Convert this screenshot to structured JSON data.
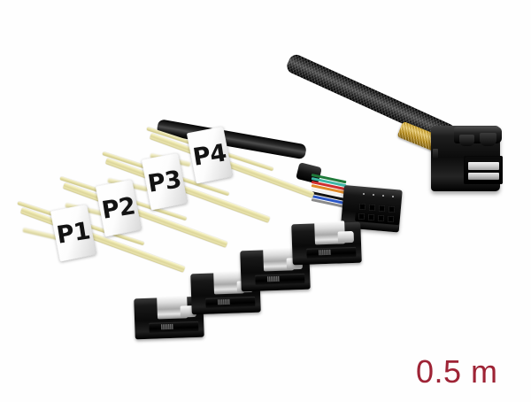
{
  "image": {
    "subject": "Mini SAS HD SFF-8643 to 4 x SATA 7 pin reverse breakout cable with sideband",
    "background_color": "#fefefe"
  },
  "caption": {
    "length_label": "0.5 m",
    "color": "#9e2335"
  },
  "port_labels": [
    {
      "id": "p1",
      "text": "P1"
    },
    {
      "id": "p2",
      "text": "P2"
    },
    {
      "id": "p3",
      "text": "P3"
    },
    {
      "id": "p4",
      "text": "P4"
    }
  ],
  "connectors": {
    "sas": {
      "name": "SFF-8643 Mini SAS HD connector",
      "housing_color": "#0c0c0c",
      "braid_color": "#d9ab2a"
    },
    "sideband": {
      "name": "8 pin sideband header",
      "rows": 2,
      "columns": 4,
      "housing_color": "#090909"
    },
    "sata": [
      {
        "name": "SATA 7 pin connector P1",
        "housing_color": "#0a0a0a",
        "latch_color": "#cfcfcf"
      },
      {
        "name": "SATA 7 pin connector P2",
        "housing_color": "#0a0a0a",
        "latch_color": "#cfcfcf"
      },
      {
        "name": "SATA 7 pin connector P3",
        "housing_color": "#0a0a0a",
        "latch_color": "#cfcfcf"
      },
      {
        "name": "SATA 7 pin connector P4",
        "housing_color": "#0a0a0a",
        "latch_color": "#cfcfcf"
      }
    ]
  },
  "cables": {
    "sleeve_color": "#1b1b1b",
    "ribbon_color": "#e4dea4",
    "sideband_wire_colors": [
      "#1f7a3a",
      "#3fb7a6",
      "#cf2f2f",
      "#e08a2a",
      "#f2f2f2",
      "#141414",
      "#2a56c6",
      "#8a8a8a"
    ]
  }
}
